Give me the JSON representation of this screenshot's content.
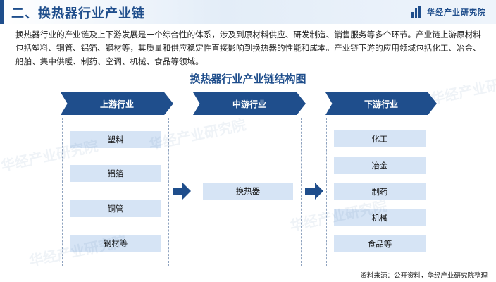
{
  "header": {
    "title": "二、换热器行业产业链",
    "brand": "华经产业研究院"
  },
  "intro": "换热器行业的产业链及上下游发展是一个综合性的体系，涉及到原材料供应、研发制造、销售服务等多个环节。产业链上游原材料包括塑料、铜管、铝箔、钢材等，其质量和供应稳定性直接影响到换热器的性能和成本。产业链下游的应用领域包括化工、冶金、船舶、集中供暖、制药、空调、机械、食品等领域。",
  "diagram": {
    "title": "换热器行业产业链结构图",
    "stages": [
      "上游行业",
      "中游行业",
      "下游行业"
    ],
    "upstream": [
      "塑料",
      "铝箔",
      "铜管",
      "钢材等"
    ],
    "midstream": [
      "换热器"
    ],
    "downstream": [
      "化工",
      "冶金",
      "制药",
      "机械",
      "食品等"
    ]
  },
  "watermark": "华经产业研究院",
  "source": "资料来源：公开资料，华经产业研究院整理",
  "colors": {
    "primary": "#1f4e8c",
    "box_fill": "#d6e4f5",
    "border": "#8fa3bf"
  }
}
